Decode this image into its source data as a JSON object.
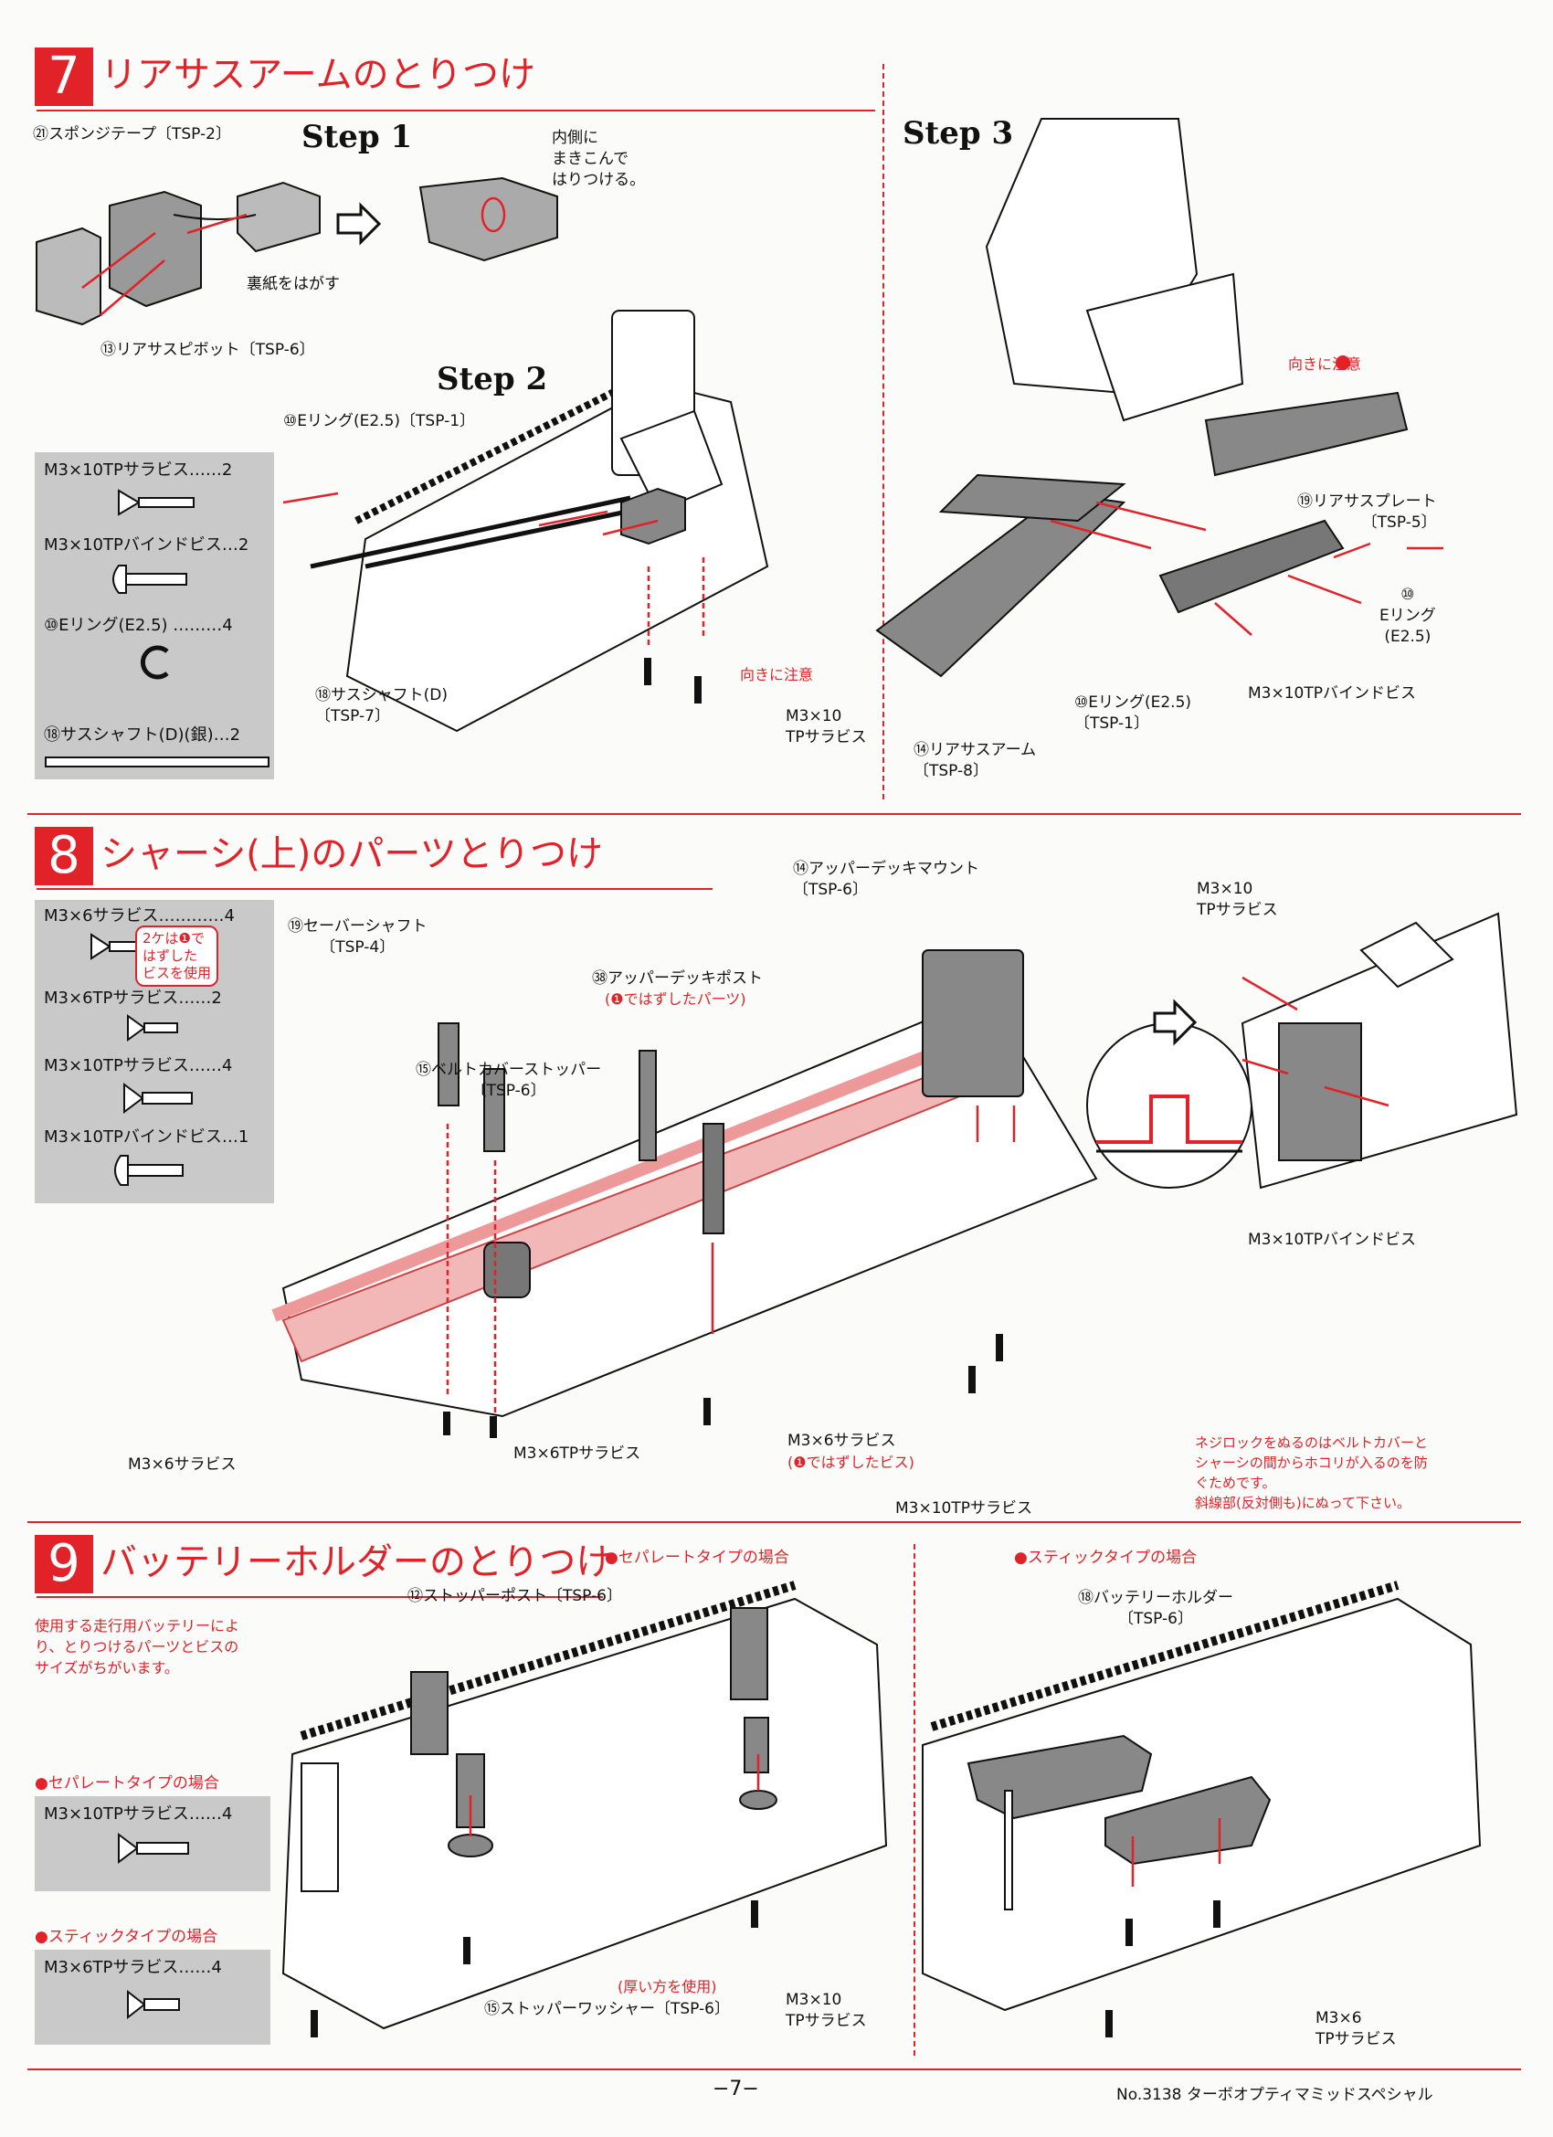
{
  "sections": {
    "s7": {
      "number": "7",
      "title": "リアサスアームのとりつけ"
    },
    "s8": {
      "number": "8",
      "title": "シャーシ(上)のパーツとりつけ"
    },
    "s9": {
      "number": "9",
      "title": "バッテリーホルダーのとりつけ"
    }
  },
  "steps": {
    "step1": "Step 1",
    "step2": "Step 2",
    "step3": "Step 3"
  },
  "s7_labels": {
    "sponge_tape": "㉑スポンジテープ〔TSP-2〕",
    "inner_note": "内側に\nまきこんで\nはりつける。",
    "peel_paper": "裏紙をはがす",
    "pivot": "⑬リアサスピボット〔TSP-6〕",
    "e_ring_step2": "⑩Eリング(E2.5)〔TSP-1〕",
    "sus_shaft": "⑱サスシャフト(D)\n〔TSP-7〕",
    "orientation_note": "向きに注意",
    "m3x10_tp_sara": "M3×10\nTPサラビス",
    "rear_sus_plate": "⑲リアサスプレート\n〔TSP-5〕",
    "e_ring_right": "⑩\nEリング\n(E2.5)",
    "e_ring_bottom": "⑩Eリング(E2.5)\n〔TSP-1〕",
    "binding_screw": "M3×10TPバインドビス",
    "rear_sus_arm": "⑭リアサスアーム\n〔TSP-8〕",
    "orientation_step3": "向きに注意"
  },
  "s7_parts": {
    "p1": "M3×10TPサラビス……2",
    "p2": "M3×10TPバインドビス…2",
    "p3": "⑩Eリング(E2.5) ………4",
    "p4": "⑱サスシャフト(D)(銀)…2"
  },
  "s8_labels": {
    "saver_shaft": "⑲セーバーシャフト\n〔TSP-4〕",
    "belt_cover_stopper": "⑮ベルトカバーストッパー\n〔TSP-6〕",
    "upper_deck_post": "㊳アッパーデッキポスト",
    "upper_deck_post_note": "(❶ではずしたパーツ)",
    "upper_deck_mount": "⑭アッパーデッキマウント\n〔TSP-6〕",
    "m3x10_tp_sara": "M3×10\nTPサラビス",
    "binding": "M3×10TPバインドビス",
    "m3x6_sara_left": "M3×6サラビス",
    "m3x6_tp_sara": "M3×6TPサラビス",
    "m3x6_sara_mid": "M3×6サラビス",
    "m3x6_sara_mid_note": "(❶ではずしたビス)",
    "m3x10_tp_sara_bottom": "M3×10TPサラビス",
    "lock_note": "ネジロックをぬるのはベルトカバーと\nシャーシの間からホコリが入るのを防\nぐためです。\n斜線部(反対側も)にぬって下さい。"
  },
  "s8_parts": {
    "p1": "M3×6サラビス…………4",
    "p1_callout": "2ケは❶で\nはずした\nビスを使用",
    "p2": "M3×6TPサラビス……2",
    "p3": "M3×10TPサラビス……4",
    "p4": "M3×10TPバインドビス…1"
  },
  "s9_labels": {
    "intro": "使用する走行用バッテリーによ\nり、とりつけるパーツとビスの\nサイズがちがいます。",
    "separate_header": "●セパレートタイプの場合",
    "stick_header": "●スティックタイプの場合",
    "separate_box_header": "●セパレートタイプの場合",
    "stick_box_header": "●スティックタイプの場合",
    "stopper_post": "⑫ストッパーポスト〔TSP-6〕",
    "thick_note": "(厚い方を使用)",
    "stopper_washer": "⑮ストッパーワッシャー〔TSP-6〕",
    "m3x10_tp_sara": "M3×10\nTPサラビス",
    "battery_holder": "⑱バッテリーホルダー\n〔TSP-6〕",
    "m3x6_tp_sara": "M3×6\nTPサラビス"
  },
  "s9_parts": {
    "separate": "M3×10TPサラビス……4",
    "stick": "M3×6TPサラビス……4"
  },
  "footer": {
    "page": "−7−",
    "model": "No.3138 ターボオプティマミッドスペシャル"
  },
  "colors": {
    "accent": "#e12228",
    "parts_box": "#c9c9c9"
  }
}
